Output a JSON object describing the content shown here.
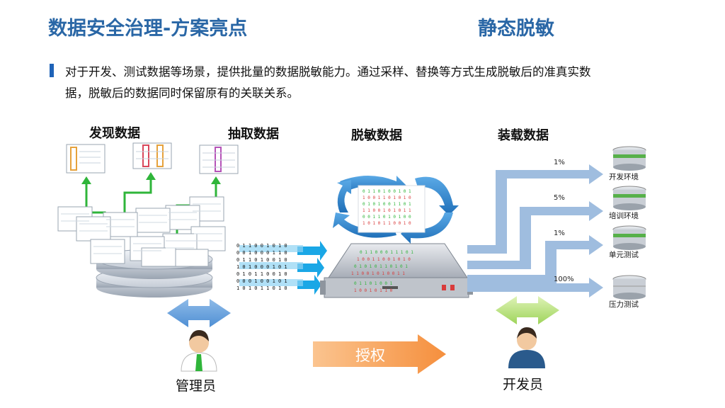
{
  "header": {
    "title": "数据安全治理-方案亮点",
    "subtitle": "静态脱敏"
  },
  "description": {
    "line1": "对于开发、测试数据等场景，提供批量的数据脱敏能力。通过采样、替换等方式生成脱敏后的准真实数",
    "line2": "据，脱敏后的数据同时保留原有的关联关系。"
  },
  "stages": {
    "discover": "发现数据",
    "extract": "抽取数据",
    "mask": "脱敏数据",
    "load": "装载数据"
  },
  "targets": [
    {
      "pct": "1%",
      "name": "开发环境"
    },
    {
      "pct": "5%",
      "name": "培训环境"
    },
    {
      "pct": "1%",
      "name": "单元测试"
    },
    {
      "pct": "100%",
      "name": "压力测试"
    }
  ],
  "roles": {
    "admin": "管理员",
    "developer": "开发员",
    "authorize": "授权"
  },
  "binary_rows": [
    "0 1 1 0 0 1 0 1 0",
    "0 0 1 0 0 0 1 1 0",
    "0 1 1 0 1 0 0 1 0",
    "1 0 1 0 0 0 1 0 1",
    "0 1 0 1 1 0 0 1 0",
    "0 0 0 1 0 0 1 0 1",
    "1 0 1 0 1 1 0 1 0"
  ],
  "colors": {
    "title": "#2a67a6",
    "green_arrow": "#2fb53a",
    "blue_arrow": "#1aa7e6",
    "flow_arrow": "#9fbddf",
    "orange": "#f7a256",
    "accent_bar": "#1f63b8"
  }
}
